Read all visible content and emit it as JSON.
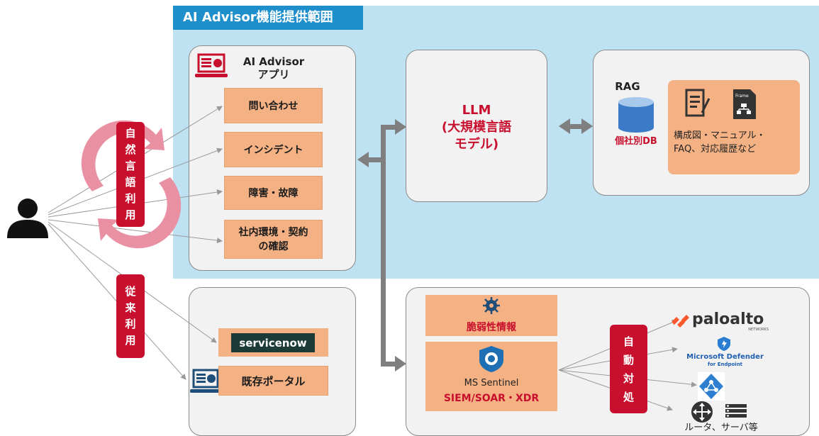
{
  "scope": {
    "title": "AI Advisor機能提供範囲"
  },
  "app": {
    "title_line1": "AI Advisor",
    "title_line2": "アプリ",
    "menu": [
      {
        "line1": "問い合わせ",
        "line2": ""
      },
      {
        "line1": "インシデント",
        "line2": ""
      },
      {
        "line1": "障害・故障",
        "line2": ""
      },
      {
        "line1": "社内環境・契約",
        "line2": "の確認"
      }
    ]
  },
  "side_labels": {
    "natural": [
      "自",
      "然",
      "言",
      "語",
      "利",
      "用"
    ],
    "conventional": [
      "従",
      "来",
      "利",
      "用"
    ],
    "auto": [
      "自",
      "動",
      "対",
      "処"
    ]
  },
  "llm": {
    "line1": "LLM",
    "line2": "(大規模言語",
    "line3": "モデル)"
  },
  "rag": {
    "title": "RAG",
    "db_label": "個社別DB",
    "docs_line1": "構成図・マニュアル・",
    "docs_line2": "FAQ、対応履歴など",
    "framework_icon_text": "Frame work"
  },
  "legacy": {
    "servicenow": "servicenow",
    "portal": "既存ポータル"
  },
  "security": {
    "vuln": "脆弱性情報",
    "sentinel_name": "MS Sentinel",
    "sentinel_sub": "SIEM/SOAR・XDR"
  },
  "targets": {
    "paloalto": "paloalto",
    "paloalto_sub": "NETWORKS",
    "defender_line1": "Microsoft Defender",
    "defender_line2": "for Endpoint",
    "routers": "ルータ、サーバ等"
  },
  "colors": {
    "accent_red": "#c8102e",
    "orange_box": "#f4b183",
    "scope_bg": "#bfe2f3",
    "scope_title_bg": "#1f8fcc"
  }
}
